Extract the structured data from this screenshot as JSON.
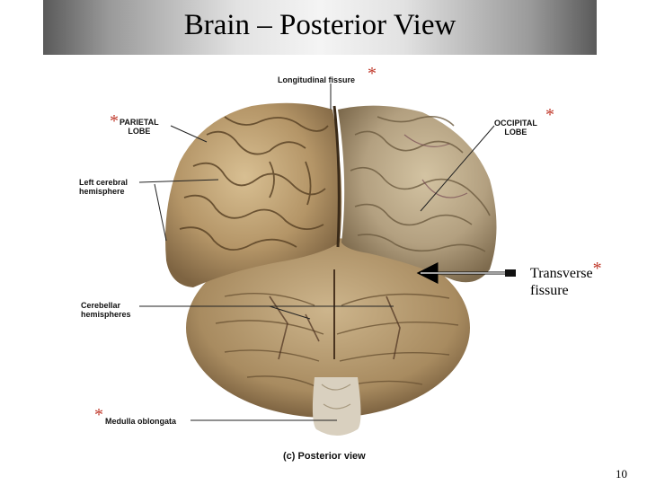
{
  "slide": {
    "title": "Brain – Posterior View",
    "page_number": "10"
  },
  "figure": {
    "caption": "(c) Posterior view",
    "labels": {
      "longitudinal_fissure": "Longitudinal fissure",
      "parietal_lobe_line1": "PARIETAL",
      "parietal_lobe_line2": "LOBE",
      "occipital_lobe_line1": "OCCIPITAL",
      "occipital_lobe_line2": "LOBE",
      "left_cerebral_line1": "Left cerebral",
      "left_cerebral_line2": "hemisphere",
      "cerebellar_line1": "Cerebellar",
      "cerebellar_line2": "hemispheres",
      "medulla": "Medulla oblongata",
      "transverse_line1": "Transverse",
      "transverse_line2": "fissure",
      "asterisk": "*"
    }
  },
  "colors": {
    "asterisk": "#c0392b",
    "brain_tan": "#b89a6c",
    "sulcus_dark": "#5b4326"
  }
}
